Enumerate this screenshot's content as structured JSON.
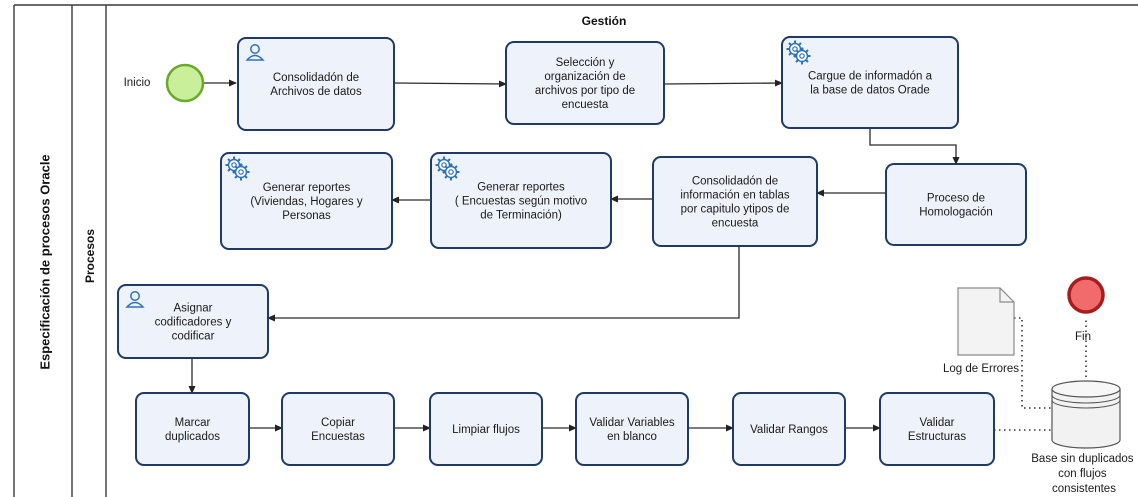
{
  "diagram": {
    "pool_title": "Especificación de procesos Oracle",
    "lane_title": "Procesos",
    "header": "Gestión",
    "start_label": "Inicio",
    "end_label": "Fin",
    "tasks": [
      {
        "id": "t1",
        "kind": "user",
        "lines": [
          "Consolidadón de",
          "Archivos de datos"
        ]
      },
      {
        "id": "t2",
        "kind": "none",
        "lines": [
          "Selección y",
          "organización de",
          "archivos por tipo de",
          "encuesta"
        ]
      },
      {
        "id": "t3",
        "kind": "service",
        "lines": [
          "Cargue de informadón a",
          "la base de datos Orade"
        ]
      },
      {
        "id": "t4",
        "kind": "none",
        "lines": [
          "Proceso de",
          "Homologación"
        ]
      },
      {
        "id": "t5",
        "kind": "none",
        "lines": [
          "Consolidadón de",
          "información en tablas",
          "por capitulo ytipos de",
          "encuesta"
        ]
      },
      {
        "id": "t6",
        "kind": "service",
        "lines": [
          "Generar reportes",
          "( Encuestas según motivo",
          "de Terminación)"
        ]
      },
      {
        "id": "t7",
        "kind": "service",
        "lines": [
          "Generar reportes",
          "(Viviendas, Hogares y",
          "Personas"
        ]
      },
      {
        "id": "t8",
        "kind": "user",
        "lines": [
          "Asignar",
          "codificadores y",
          "codificar"
        ]
      },
      {
        "id": "t9",
        "kind": "none",
        "lines": [
          "Marcar",
          "duplicados"
        ]
      },
      {
        "id": "t10",
        "kind": "none",
        "lines": [
          "Copiar",
          "Encuestas"
        ]
      },
      {
        "id": "t11",
        "kind": "none",
        "lines": [
          "Limpiar flujos"
        ]
      },
      {
        "id": "t12",
        "kind": "none",
        "lines": [
          "Validar Variables",
          "en blanco"
        ]
      },
      {
        "id": "t13",
        "kind": "none",
        "lines": [
          "Validar Rangos"
        ]
      },
      {
        "id": "t14",
        "kind": "none",
        "lines": [
          "Validar",
          "Estructuras"
        ]
      }
    ],
    "log_label": "Log de Errores",
    "datastore_lines": [
      "Base sin duplicados",
      "con flujos",
      "consistentes"
    ],
    "colors": {
      "start_fill": "#c9ef9b",
      "start_stroke": "#6aa82a",
      "end_fill": "#f26b6b",
      "end_stroke": "#a61d1d",
      "task_fill": "#eef3fb",
      "task_stroke": "#1f3a66",
      "icon": "#2e73b8"
    }
  }
}
